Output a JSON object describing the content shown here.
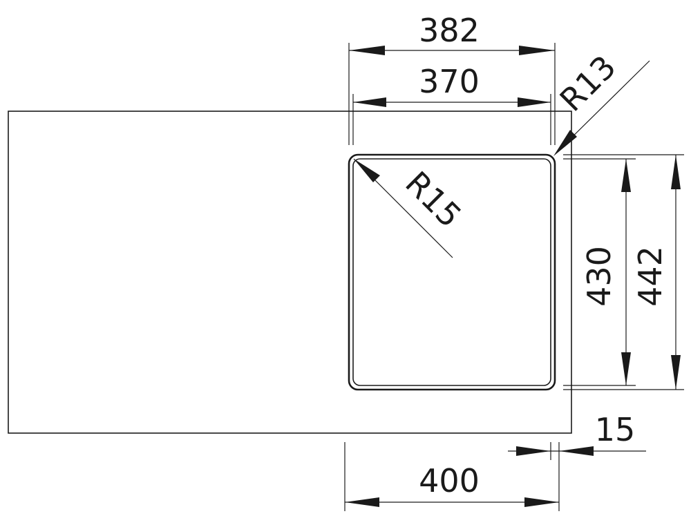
{
  "dimensions": {
    "outer_width": "382",
    "inner_width": "370",
    "corner_radius_outer": "R13",
    "corner_radius_inner": "R15",
    "inner_depth": "430",
    "outer_depth": "442",
    "rim_offset": "15",
    "cabinet_width": "400"
  },
  "colors": {
    "line": "#1a1a1a",
    "background": "#ffffff"
  }
}
